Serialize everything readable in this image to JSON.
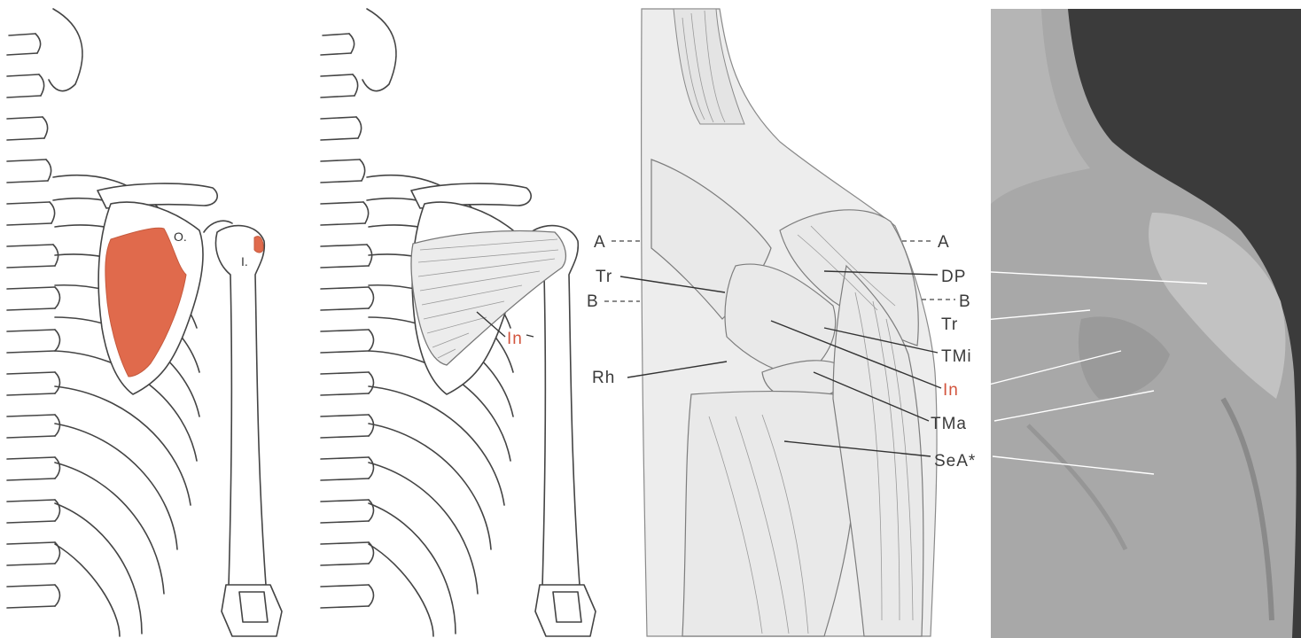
{
  "colors": {
    "highlight": "#e06a4c",
    "label_red": "#d2543d",
    "photo_background": "#3b3b3b"
  },
  "panel1": {
    "origin_marker": "O.",
    "insertion_marker": "I."
  },
  "panel2": {
    "muscle_label": "In"
  },
  "panel3": {
    "left_labels": {
      "level_a": "A",
      "trapezius": "Tr",
      "level_b": "B",
      "rhomboid": "Rh"
    },
    "right_labels": {
      "level_a": "A",
      "deltoid_posterior": "DP",
      "level_b": "B",
      "trapezius": "Tr",
      "teres_minor": "TMi",
      "infraspinatus": "In",
      "teres_major": "TMa",
      "serratus_anterior": "SeA*"
    }
  }
}
